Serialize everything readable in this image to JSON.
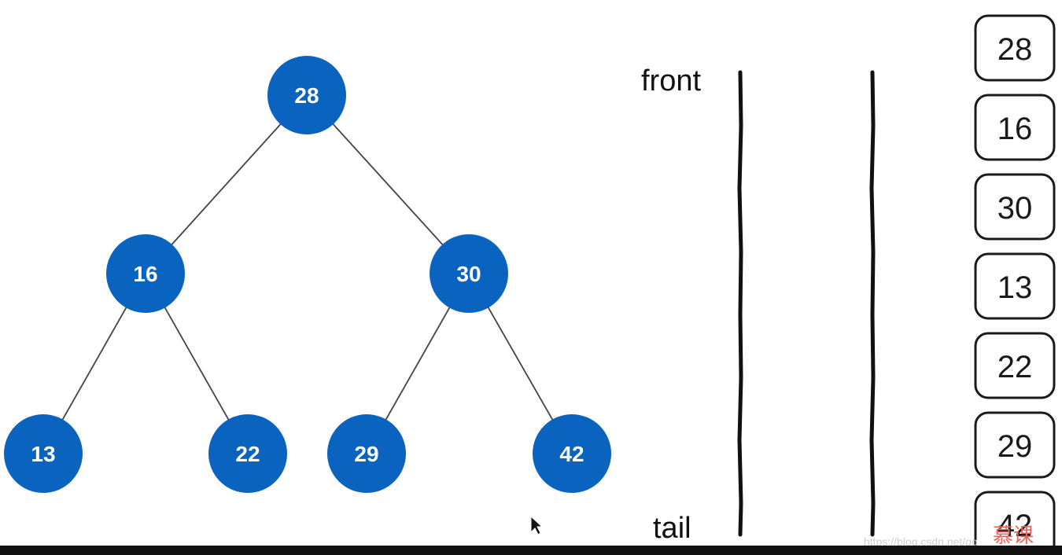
{
  "tree": {
    "nodes": [
      {
        "id": "n28",
        "label": "28"
      },
      {
        "id": "n16",
        "label": "16"
      },
      {
        "id": "n30",
        "label": "30"
      },
      {
        "id": "n13",
        "label": "13"
      },
      {
        "id": "n22",
        "label": "22"
      },
      {
        "id": "n29",
        "label": "29"
      },
      {
        "id": "n42",
        "label": "42"
      }
    ],
    "edges": [
      [
        "n28",
        "n16"
      ],
      [
        "n28",
        "n30"
      ],
      [
        "n16",
        "n13"
      ],
      [
        "n16",
        "n22"
      ],
      [
        "n30",
        "n29"
      ],
      [
        "n30",
        "n42"
      ]
    ]
  },
  "queue": {
    "front_label": "front",
    "tail_label": "tail"
  },
  "output": {
    "items": [
      "28",
      "16",
      "30",
      "13",
      "22",
      "29",
      "42"
    ]
  },
  "watermark": {
    "url": "https://blog.csdn.net/qq_",
    "logo": "慕课"
  },
  "colors": {
    "node_fill": "#0a63bf",
    "edge": "#444444",
    "box_border": "#1a1a1a"
  }
}
